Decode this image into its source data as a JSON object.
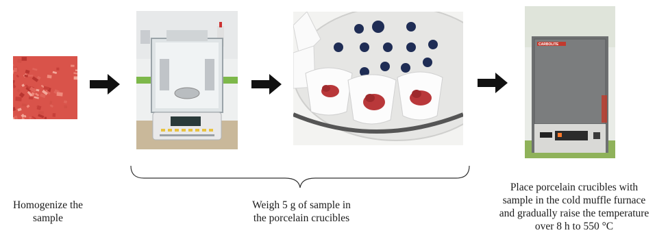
{
  "steps": [
    {
      "caption": "Homogenize the sample",
      "caption_lines": [
        "Homogenize the",
        "sample"
      ],
      "image": "homogenized-sample-photo"
    },
    {
      "caption": "Weigh 5 g of sample in the porcelain crucibles",
      "caption_lines": [
        "Weigh 5 g of sample in",
        "the porcelain crucibles"
      ],
      "image": "analytical-balance-photo"
    },
    {
      "image": "crucibles-with-sample-photo"
    },
    {
      "caption": "Place porcelain crucibles with sample in the cold muffle furnace and gradually raise the temperature over 8 h to 550 °C",
      "caption_lines": [
        "Place porcelain crucibles with",
        "sample in the cold muffle furnace",
        "and gradually raise the temperature",
        "over 8 h to 550 °C"
      ],
      "image": "muffle-furnace-photo",
      "furnace_brand": "CARBOLITE"
    }
  ],
  "arrows": [
    "right-arrow-icon",
    "right-arrow-icon",
    "right-arrow-icon"
  ],
  "bracket": "curly-brace-group"
}
